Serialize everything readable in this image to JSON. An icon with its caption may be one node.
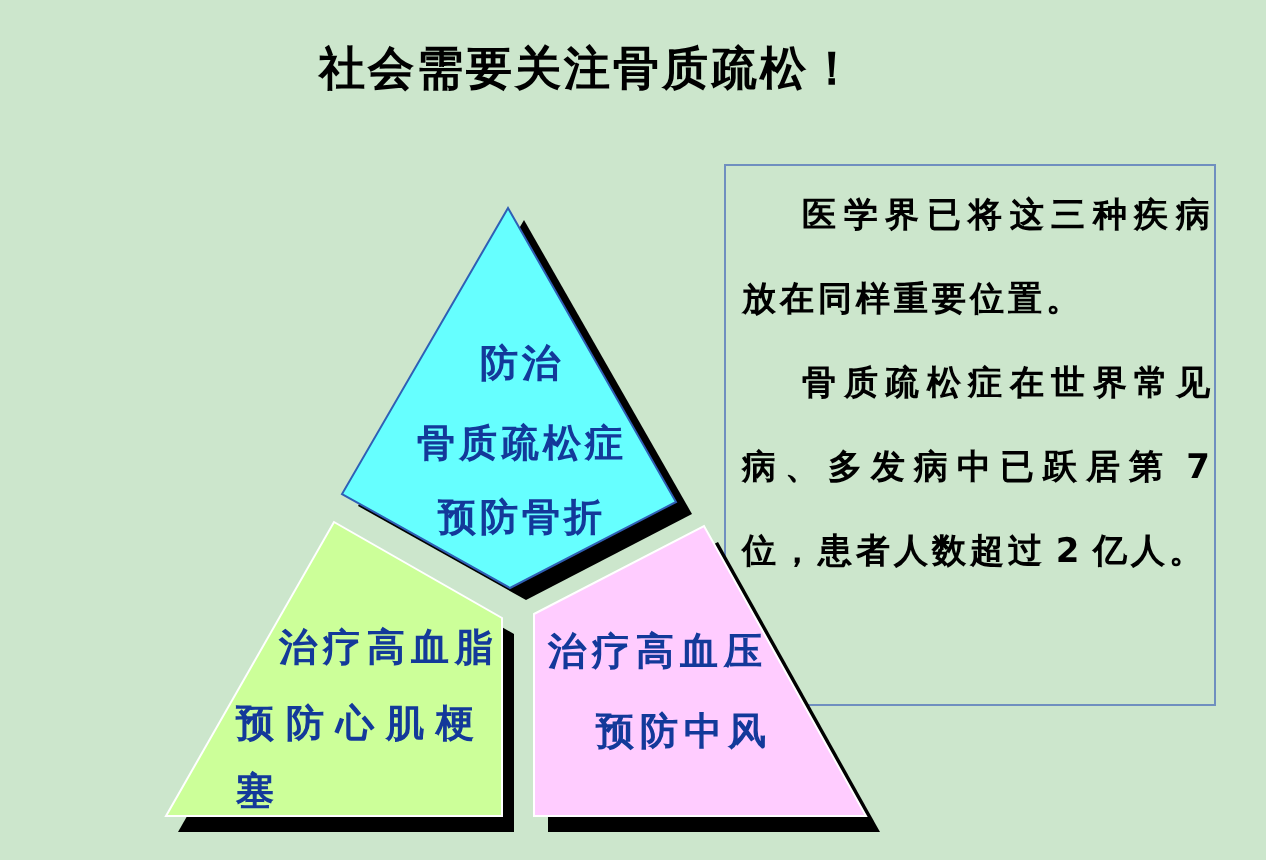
{
  "diagram": {
    "title": "社会需要关注骨质疏松！",
    "nodes": [
      {
        "text": [
          "防治",
          "骨质疏松症",
          "预防骨折"
        ]
      },
      {
        "text": [
          "治疗高血脂",
          "预防心肌梗塞"
        ]
      },
      {
        "text": [
          "治疗高血压",
          "预防中风"
        ]
      },
      {
        "text": [
          "医学界已将这三种疾病放在同样重要位置。",
          "骨质疏松症在世界常见病、多发病中已跃居第 7 位，患者人数超过 2 亿人。"
        ]
      }
    ],
    "edges": []
  }
}
